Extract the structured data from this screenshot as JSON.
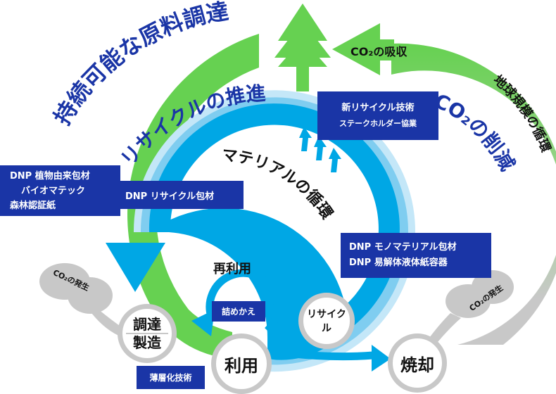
{
  "title_arc_left": "持続可能な原料調達",
  "title_arc_recycle": "リサイクルの推進",
  "title_arc_material": "マテリアルの循環",
  "title_arc_co2_reduction": "CO₂の削減",
  "title_arc_global": "地球規模の循環",
  "co2_absorption": "CO₂の吸収",
  "co2_emission_left": "CO₂の発生",
  "co2_emission_right": "CO₂の発生",
  "reuse_label": "再利用",
  "boxes": {
    "plant_based": [
      "DNP 植物由来包材",
      "バイオマテック",
      "森林認証紙"
    ],
    "recycle_packaging": "DNP リサイクル包材",
    "new_recycle": [
      "新リサイクル技術",
      "ステークホルダー協業"
    ],
    "mono_material": [
      "DNP モノマテリアル包材",
      "DNP 易解体液体紙容器"
    ],
    "refill": "詰めかえ",
    "thin_layer": "薄層化技術"
  },
  "nodes": {
    "procure": [
      "調達",
      "製造"
    ],
    "use": "利用",
    "recycle": "リサイクル",
    "incinerate": "焼却"
  },
  "colors": {
    "green": "#66d151",
    "blue": "#00a7e5",
    "blue_light": "#7fcdf0",
    "blue_pale": "#c4e7f8",
    "navy": "#1a35a6",
    "gray": "#c8c8c8",
    "title_blue": "#1a35a6"
  }
}
